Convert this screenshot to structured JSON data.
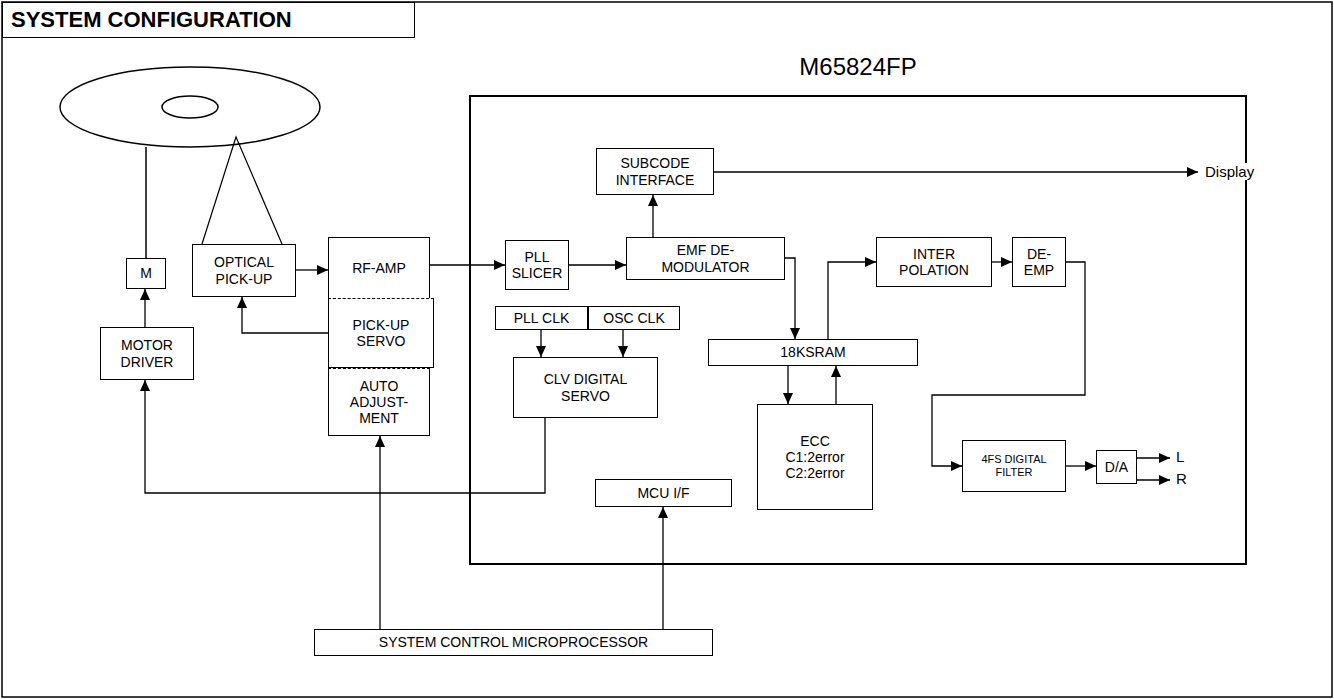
{
  "diagram": {
    "title": "SYSTEM CONFIGURATION",
    "nodes": [
      {
        "text": [
          "M65824FP"
        ]
      },
      {
        "text": [
          "M"
        ]
      },
      {
        "text": [
          "OPTICAL PICK-UP"
        ]
      },
      {
        "text": [
          "MOTOR DRIVER"
        ]
      },
      {
        "text": [
          "RF-AMP"
        ]
      },
      {
        "text": [
          "PICK-UP SERVO"
        ]
      },
      {
        "text": [
          "AUTO ADJUST- MENT"
        ]
      },
      {
        "text": [
          "SUBCODE INTERFACE"
        ],
        "in": 0
      },
      {
        "text": [
          "PLL SLICER"
        ],
        "in": 0
      },
      {
        "text": [
          "EMF DE-MODULATOR"
        ],
        "in": 0
      },
      {
        "text": [
          "PLL CLK"
        ],
        "in": 0
      },
      {
        "text": [
          "OSC CLK"
        ],
        "in": 0
      },
      {
        "text": [
          "CLV DIGITAL SERVO"
        ],
        "in": 0
      },
      {
        "text": [
          "INTER POLATION"
        ],
        "in": 0
      },
      {
        "text": [
          "DE- EMP"
        ],
        "in": 0
      },
      {
        "text": [
          "18KSRAM"
        ],
        "in": 0
      },
      {
        "text": [
          "ECC",
          "C1:2error",
          "C2:2error"
        ],
        "in": 0
      },
      {
        "text": [
          "MCU I/F"
        ],
        "in": 0
      },
      {
        "text": [
          "4FS DIGITAL FILTER"
        ],
        "in": 0
      },
      {
        "text": [
          "D/A"
        ],
        "in": 0
      },
      {
        "text": [
          "SYSTEM CONTROL MICROPROCESSOR"
        ]
      }
    ],
    "edges": [
      {
        "from": 3,
        "to": 1,
        "arrow": "to"
      },
      {
        "from": 2,
        "to": 4,
        "arrow": "to"
      },
      {
        "from": 5,
        "to": 2,
        "arrow": "to"
      },
      {
        "from": 4,
        "to": 8,
        "arrow": "to"
      },
      {
        "from": 8,
        "to": 9,
        "arrow": "to"
      },
      {
        "from": 9,
        "to": 7,
        "arrow": "to"
      },
      {
        "from": 10,
        "to": 12,
        "arrow": "to"
      },
      {
        "from": 11,
        "to": 12,
        "arrow": "to"
      },
      {
        "from": 12,
        "to": 3,
        "arrow": "to"
      },
      {
        "from": 9,
        "to": 15,
        "arrow": "to"
      },
      {
        "from": 15,
        "to": 13,
        "arrow": "to"
      },
      {
        "from": 15,
        "to": 16,
        "arrow": "to"
      },
      {
        "from": 16,
        "to": 15,
        "arrow": "to"
      },
      {
        "from": 13,
        "to": 14,
        "arrow": "to"
      },
      {
        "from": 14,
        "to": 18,
        "arrow": "to"
      },
      {
        "from": 18,
        "to": 19,
        "arrow": "to"
      },
      {
        "from": 20,
        "to": 6,
        "arrow": "to"
      },
      {
        "from": 20,
        "to": 17,
        "arrow": "to"
      }
    ],
    "labels": [
      "Display",
      "L",
      "R"
    ]
  }
}
